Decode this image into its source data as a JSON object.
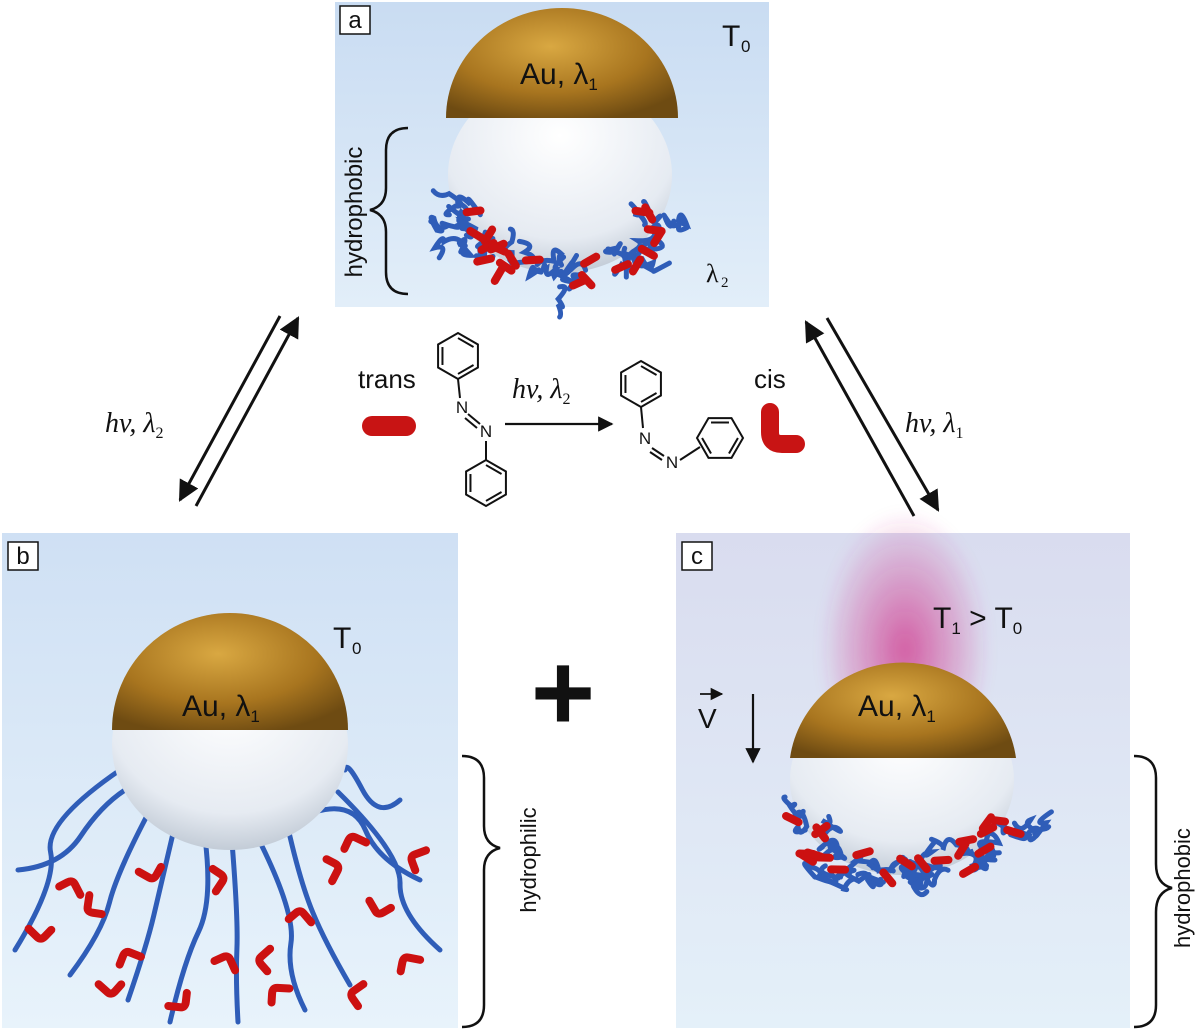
{
  "panels": {
    "a": {
      "letter": "a",
      "temp_main": "T",
      "temp_sub": "0",
      "au_label": "Au, λ",
      "au_sub": "1",
      "lambda_main": "λ",
      "lambda_sub": "2",
      "side_label": "hydrophobic"
    },
    "b": {
      "letter": "b",
      "temp_main": "T",
      "temp_sub": "0",
      "au_label": "Au, λ",
      "au_sub": "1",
      "side_label": "hydrophilic"
    },
    "c": {
      "letter": "c",
      "temp_main": "T",
      "temp_sub": "1",
      "temp_rest": " > T",
      "temp_sub2": "0",
      "au_label": "Au, λ",
      "au_sub": "1",
      "velocity": "V",
      "side_label": "hydrophobic"
    }
  },
  "center": {
    "trans_label": "trans",
    "cis_label": "cis",
    "arrow_text": "hv, λ",
    "arrow_sub": "2",
    "n_label": "N"
  },
  "left_arrow": {
    "text": "hv, λ",
    "sub": "2"
  },
  "right_arrow": {
    "text": "hv, λ",
    "sub": "1"
  },
  "plus": "+",
  "colors": {
    "panel_bg": "#d3e4f5",
    "gold": "#b07d22",
    "polymer": "#2f5db8",
    "azo": "#cc1111",
    "heat": "#d0338a"
  }
}
